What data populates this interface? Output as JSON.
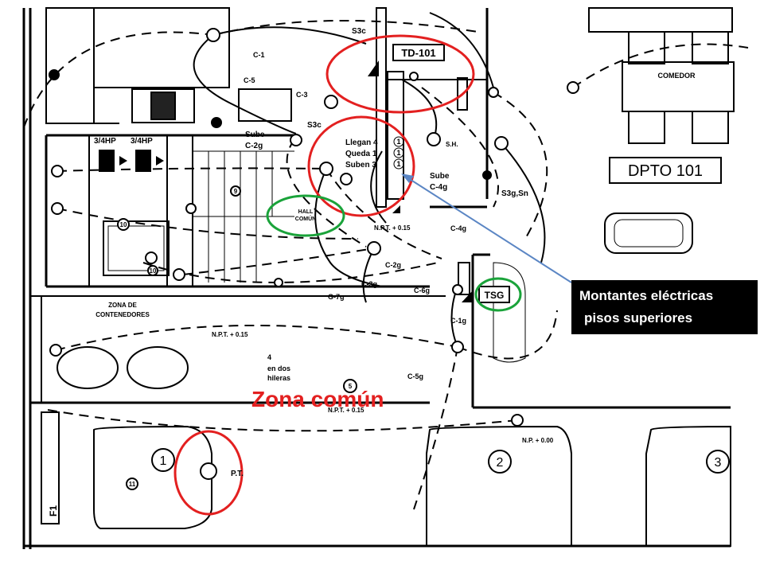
{
  "annotations": {
    "zona_comun": "Zona común",
    "callout_line1": "Montantes  eléctricas",
    "callout_line2": "pisos superiores",
    "highlight_red": "#e32020",
    "highlight_green": "#1aa33a",
    "arrow_color": "#5b86c4"
  },
  "plan_labels": {
    "td_101": "TD-101",
    "dpto_101": "DPTO 101",
    "comedor": "COMEDOR",
    "tsg": "TSG",
    "hall_comun_1": "HALL",
    "hall_comun_2": "COMÚN",
    "llegan": "Llegan 4",
    "queda": "Queda 1",
    "suben": "Suben 3",
    "sube_left_1": "Sube",
    "sube_left_2": "C-2g",
    "sube_right_1": "Sube",
    "sube_right_2": "C-4g",
    "hp1": "3/4HP",
    "hp2": "3/4HP",
    "zona_contenedores_1": "ZONA DE",
    "zona_contenedores_2": "CONTENEDORES",
    "npt1": "N.P.T. + 0.15",
    "npt2": "N.P.T. + 0.15",
    "npt3": "N.P.T. + 0.15",
    "np_000": "N.P. + 0.00",
    "hileras_1": "4",
    "hileras_2": "en dos",
    "hileras_3": "hileras",
    "pt": "P.T.",
    "sh": "S.H.",
    "s3c_top": "S3c",
    "s3c_mid": "S3c",
    "s3g_sn": "S3g,Sn",
    "c1": "C-1",
    "c3": "C-3",
    "c5": "C-5",
    "c2g": "C-2g",
    "c3g": "C-3g",
    "c6g": "C-6g",
    "c4g": "C-4g",
    "c1g": "C-1g",
    "c5g": "C-5g",
    "g7g": "G-7g",
    "f1": "F1",
    "parking_1": "1",
    "parking_2": "2",
    "parking_3": "3",
    "num_5": "5",
    "num_10a": "10",
    "num_10b": "10",
    "num_11": "11",
    "num_9": "9"
  }
}
